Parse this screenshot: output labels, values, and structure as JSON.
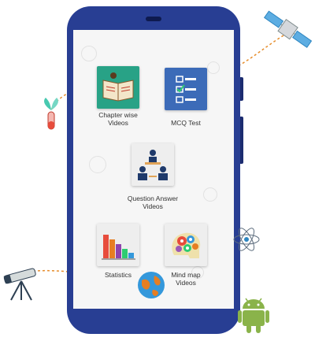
{
  "tiles": [
    {
      "label": "Chapter wise\nVideos",
      "icon": "book-icon"
    },
    {
      "label": "MCQ Test",
      "icon": "checklist-icon"
    },
    {
      "label": "Question Answer\nVideos",
      "icon": "classroom-icon"
    },
    {
      "label": "Statistics",
      "icon": "bar-chart-icon"
    },
    {
      "label": "Mind map\nVideos",
      "icon": "brain-gears-icon"
    }
  ],
  "colors": {
    "phone_body": "#283e93",
    "tile_book": "#28a286",
    "tile_mcq": "#3c6bb8",
    "path_dashes": "#e68c2a",
    "android": "#8ab34a"
  }
}
